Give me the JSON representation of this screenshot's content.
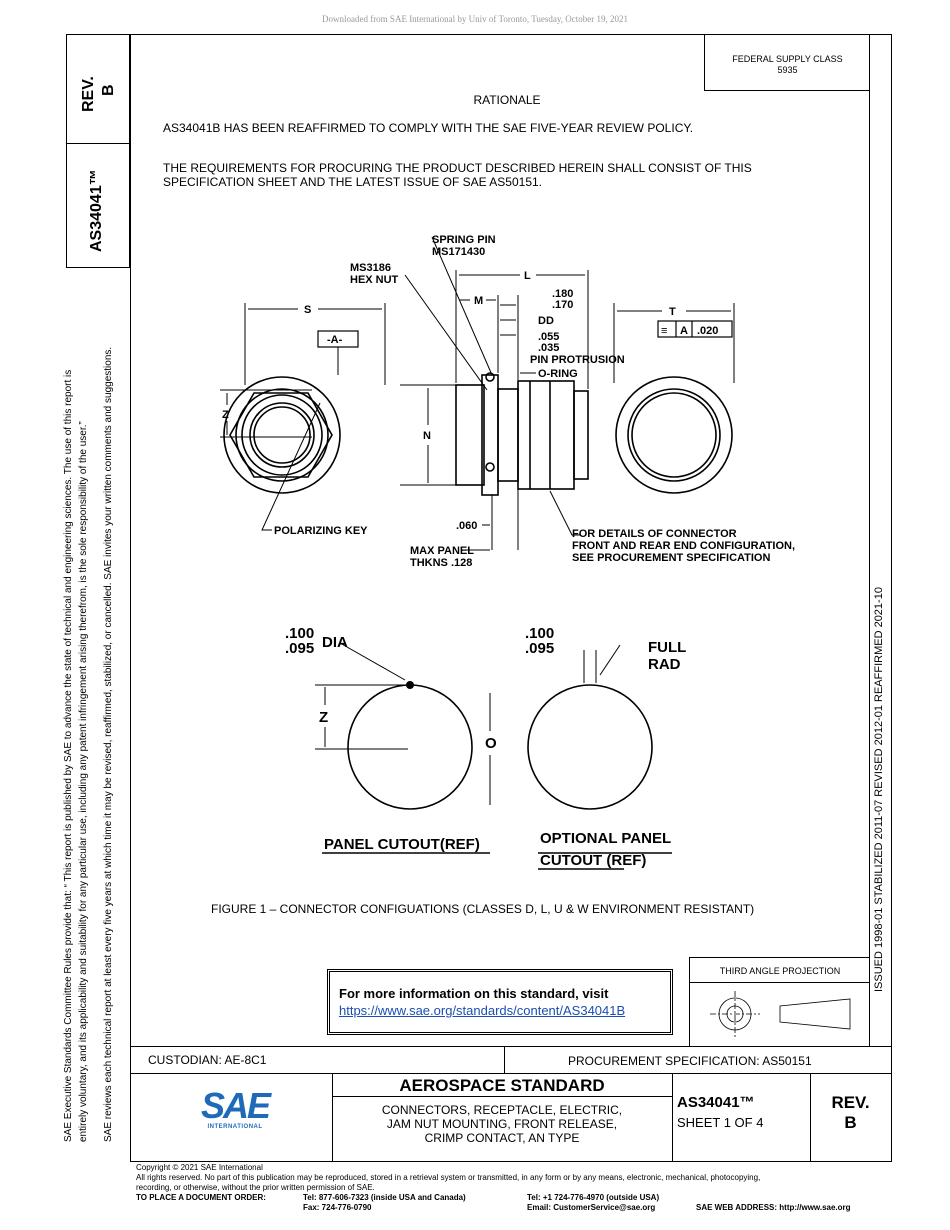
{
  "download_banner": "Downloaded from SAE International by Univ of Toronto, Tuesday, October 19, 2021",
  "left_margin": {
    "rev_label": "REV.",
    "rev_value": "B",
    "doc_id": "AS34041™",
    "notice_line1": "SAE Executive Standards Committee Rules provide that: “  This report is published by SAE to advance the state of technical and engineering sciences. The use of this report is",
    "notice_line2": "entirely voluntary, and its applicability and suitability for any particular use, including any patent infringement arising therefrom, is the sole responsibility of the user.”",
    "notice_line3": "SAE reviews each technical report at least every five years at which time it may be revised, reaffirmed, stabilized, or cancelled. SAE invites your written comments and suggestions."
  },
  "right_margin": {
    "dates": "ISSUED 1998-01     STABILIZED 2011-07     REVISED 2012-01     REAFFIRMED 2021-10"
  },
  "supply_class": {
    "line1": "FEDERAL SUPPLY CLASS",
    "line2": "5935"
  },
  "rationale": {
    "heading": "RATIONALE",
    "body": "AS34041B HAS BEEN REAFFIRMED TO COMPLY WITH THE SAE FIVE-YEAR REVIEW POLICY."
  },
  "requirements": {
    "line1": "THE REQUIREMENTS FOR PROCURING THE PRODUCT DESCRIBED HEREIN SHALL CONSIST OF THIS",
    "line2": "SPECIFICATION SHEET AND THE LATEST ISSUE OF SAE AS50151."
  },
  "drawing_labels": {
    "spring_pin": "SPRING PIN",
    "spring_pin_no": "MS171430",
    "hex_nut_ms": "MS3186",
    "hex_nut": "HEX NUT",
    "dim_L": "L",
    "dim_M": "M",
    "dim_180": ".180",
    "dim_170": ".170",
    "dim_DD": "DD",
    "dim_055": ".055",
    "dim_035": ".035",
    "pin_protrusion": "PIN PROTRUSION",
    "o_ring": "O-RING",
    "dim_S": "S",
    "dim_T": "T",
    "datum_A": "-A-",
    "fcf_sym": "≡",
    "fcf_datum": "A",
    "fcf_tol": ".020",
    "dim_Z": "Z",
    "dim_N": "N",
    "polarizing_key": "POLARIZING KEY",
    "dim_060": ".060",
    "max_panel": "MAX PANEL",
    "thkns": "THKNS .128",
    "details1": "FOR DETAILS OF CONNECTOR",
    "details2": "FRONT AND REAR END CONFIGURATION,",
    "details3": "SEE PROCUREMENT SPECIFICATION",
    "dia_100": ".100",
    "dia_095": ".095",
    "dia_label": "DIA",
    "full": "FULL",
    "rad": "RAD",
    "dim_Z2": "Z",
    "dim_O": "O",
    "panel_cutout": "PANEL CUTOUT(REF)",
    "optional_panel": "OPTIONAL PANEL",
    "optional_cutout": "CUTOUT (REF)"
  },
  "figure_caption": "FIGURE 1 – CONNECTOR CONFIGUATIONS (CLASSES D, L, U & W ENVIRONMENT RESISTANT)",
  "info_box": {
    "text": "For more information on this standard, visit",
    "link": "https://www.sae.org/standards/content/AS34041B"
  },
  "projection": {
    "label": "THIRD ANGLE PROJECTION"
  },
  "title_block": {
    "custodian": "CUSTODIAN: AE-8C1",
    "procurement": "PROCUREMENT SPECIFICATION: AS50151",
    "logo_text": "SAE",
    "logo_sub": "INTERNATIONAL",
    "standard_type": "AEROSPACE STANDARD",
    "title_line1": "CONNECTORS, RECEPTACLE, ELECTRIC,",
    "title_line2": "JAM NUT MOUNTING, FRONT RELEASE,",
    "title_line3": "CRIMP CONTACT, AN TYPE",
    "doc_number": "AS34041™",
    "sheet": "SHEET 1 OF 4",
    "rev_label": "REV.",
    "rev_value": "B"
  },
  "footer": {
    "copyright": "Copyright © 2021 SAE International",
    "rights1": "All rights reserved. No part of this publication may be reproduced, stored in a retrieval system or transmitted, in any form or by any means, electronic, mechanical, photocopying,",
    "rights2": "recording, or otherwise, without the prior written permission of SAE.",
    "order_label": "TO PLACE A DOCUMENT ORDER:",
    "tel_us": "Tel: 877-606-7323 (inside USA and Canada)",
    "fax": "Fax: 724-776-0790",
    "tel_intl": "Tel: +1 724-776-4970 (outside USA)",
    "email": "Email: CustomerService@sae.org",
    "web": "SAE WEB ADDRESS: http://www.sae.org"
  }
}
